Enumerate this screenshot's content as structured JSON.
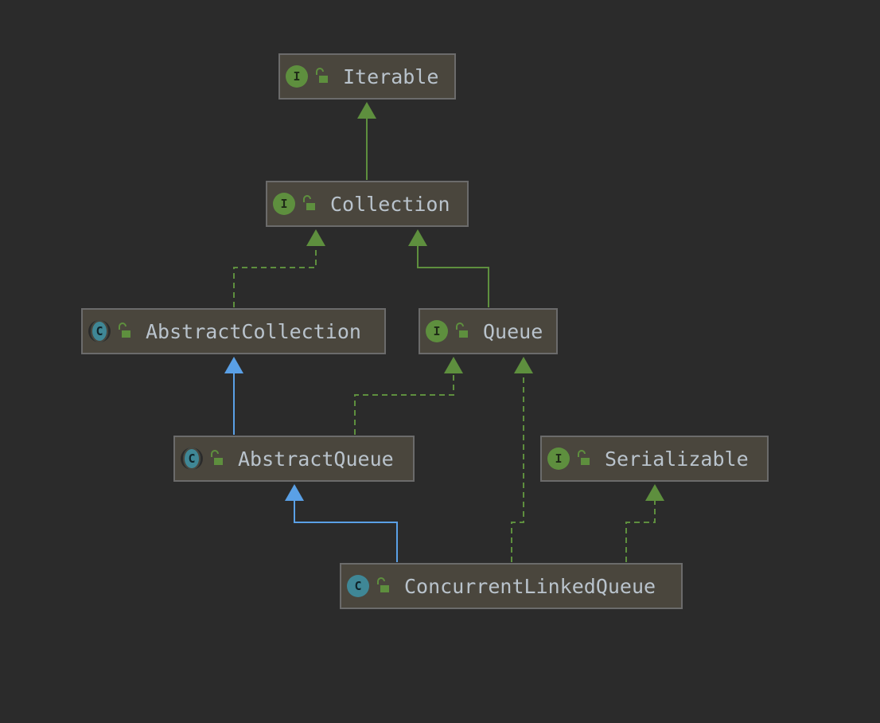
{
  "colors": {
    "background": "#2b2b2b",
    "node_fill": "#4a463d",
    "node_border": "#6b6b6b",
    "text": "#b9c3cc",
    "implements_edge": "#5e8f3e",
    "extends_edge": "#5aa0e6"
  },
  "nodes": {
    "iterable": {
      "name": "Iterable",
      "kind": "interface",
      "kind_letter": "I",
      "visibility_icon": "unlock-icon"
    },
    "collection": {
      "name": "Collection",
      "kind": "interface",
      "kind_letter": "I",
      "visibility_icon": "unlock-icon"
    },
    "abstract_collection": {
      "name": "AbstractCollection",
      "kind": "abstract-class",
      "kind_letter": "C",
      "visibility_icon": "unlock-icon"
    },
    "queue": {
      "name": "Queue",
      "kind": "interface",
      "kind_letter": "I",
      "visibility_icon": "unlock-icon"
    },
    "abstract_queue": {
      "name": "AbstractQueue",
      "kind": "abstract-class",
      "kind_letter": "C",
      "visibility_icon": "unlock-icon"
    },
    "serializable": {
      "name": "Serializable",
      "kind": "interface",
      "kind_letter": "I",
      "visibility_icon": "unlock-icon"
    },
    "concurrent_linked_queue": {
      "name": "ConcurrentLinkedQueue",
      "kind": "class",
      "kind_letter": "C",
      "visibility_icon": "unlock-icon"
    }
  },
  "edges": [
    {
      "from": "collection",
      "to": "iterable",
      "relation": "extends",
      "style": "solid",
      "color": "#5e8f3e"
    },
    {
      "from": "abstract_collection",
      "to": "collection",
      "relation": "implements",
      "style": "dashed",
      "color": "#5e8f3e"
    },
    {
      "from": "queue",
      "to": "collection",
      "relation": "extends",
      "style": "solid",
      "color": "#5e8f3e"
    },
    {
      "from": "abstract_queue",
      "to": "abstract_collection",
      "relation": "extends",
      "style": "solid",
      "color": "#5aa0e6"
    },
    {
      "from": "abstract_queue",
      "to": "queue",
      "relation": "implements",
      "style": "dashed",
      "color": "#5e8f3e"
    },
    {
      "from": "concurrent_linked_queue",
      "to": "abstract_queue",
      "relation": "extends",
      "style": "solid",
      "color": "#5aa0e6"
    },
    {
      "from": "concurrent_linked_queue",
      "to": "queue",
      "relation": "implements",
      "style": "dashed",
      "color": "#5e8f3e"
    },
    {
      "from": "concurrent_linked_queue",
      "to": "serializable",
      "relation": "implements",
      "style": "dashed",
      "color": "#5e8f3e"
    }
  ]
}
